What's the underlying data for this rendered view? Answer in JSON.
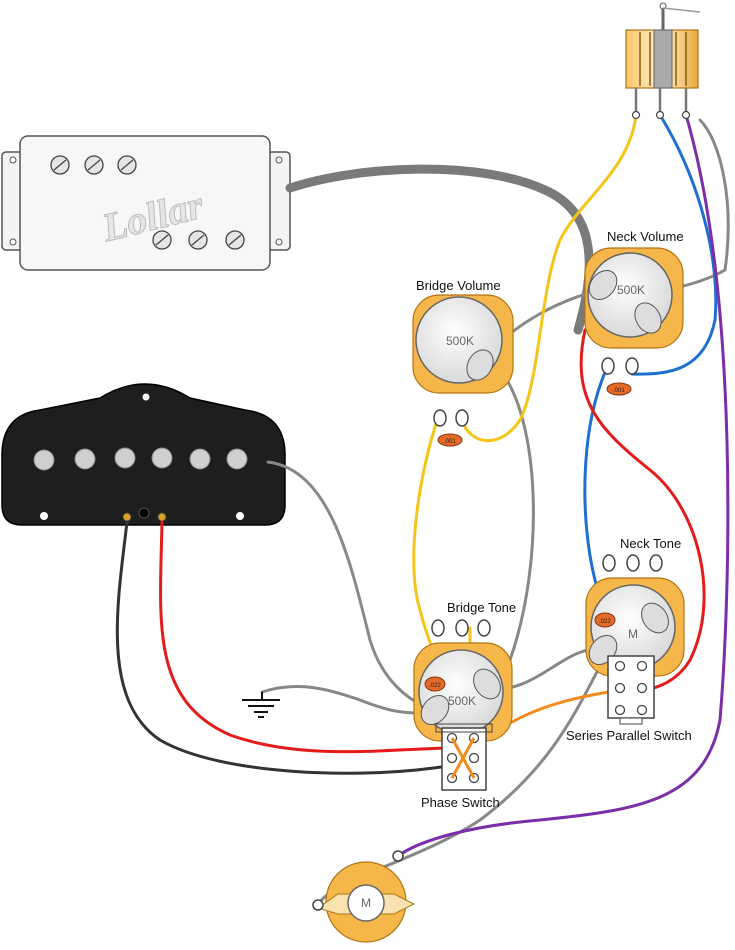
{
  "labels": {
    "bridge_volume": "Bridge Volume",
    "neck_volume": "Neck Volume",
    "bridge_tone": "Bridge Tone",
    "neck_tone": "Neck Tone",
    "phase_switch": "Phase Switch",
    "series_parallel_switch": "Series Parallel Switch"
  },
  "pot_values": {
    "bridge_volume": "500K",
    "neck_volume": "500K",
    "bridge_tone": "500K",
    "neck_tone": "M"
  },
  "caps": {
    "bridge_volume": ".001",
    "neck_volume": ".001",
    "bridge_tone": ".022",
    "neck_tone": ".022"
  },
  "neck_pickup_brand": "Lollar",
  "output_pot_value": "M",
  "wire_colors": {
    "black": "#333333",
    "red": "#e41b1b",
    "yellow": "#f5c518",
    "blue": "#1f6fd1",
    "purple": "#7a2fa8",
    "grey": "#888888",
    "orange": "#f28a1c",
    "shield": "#7a7a7a"
  },
  "icons": [
    "ground-symbol-icon",
    "output-jack-icon"
  ]
}
